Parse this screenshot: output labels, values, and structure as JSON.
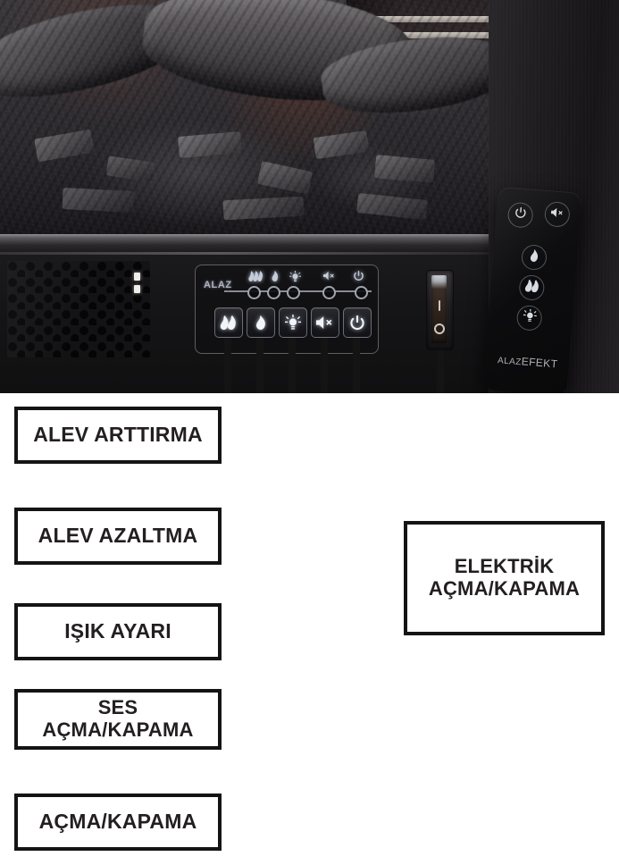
{
  "product": {
    "panel_brand": "ALAZ",
    "remote_brand_1": "ALAZ",
    "remote_brand_2": "EFEKT"
  },
  "control_panel": {
    "indicator_icons": [
      {
        "name": "double-flame-indicator-icon",
        "icon": "double-flame"
      },
      {
        "name": "single-flame-indicator-icon",
        "icon": "single-flame"
      },
      {
        "name": "light-bulb-indicator-icon",
        "icon": "light-bulb"
      },
      {
        "name": "mute-indicator-icon",
        "icon": "mute-speaker"
      },
      {
        "name": "power-indicator-icon",
        "icon": "power"
      }
    ],
    "buttons": [
      {
        "name": "flame-increase-button",
        "icon": "double-flame"
      },
      {
        "name": "flame-decrease-button",
        "icon": "single-flame"
      },
      {
        "name": "light-setting-button",
        "icon": "light-bulb"
      },
      {
        "name": "sound-toggle-button",
        "icon": "mute-speaker"
      },
      {
        "name": "power-button",
        "icon": "power"
      }
    ],
    "rocker_switch": {
      "on_mark": "I",
      "off_mark": "O"
    }
  },
  "remote": {
    "buttons": [
      {
        "name": "remote-power-button",
        "icon": "power"
      },
      {
        "name": "remote-mute-button",
        "icon": "mute-speaker"
      },
      {
        "name": "remote-flame-decrease-button",
        "icon": "single-flame"
      },
      {
        "name": "remote-flame-increase-button",
        "icon": "double-flame"
      },
      {
        "name": "remote-light-button",
        "icon": "light-bulb"
      }
    ]
  },
  "callouts": [
    {
      "name": "callout-alev-arttirma",
      "lines": [
        "ALEV ARTTIRMA"
      ]
    },
    {
      "name": "callout-alev-azaltma",
      "lines": [
        "ALEV AZALTMA"
      ]
    },
    {
      "name": "callout-isik-ayari",
      "lines": [
        "IŞIK AYARI"
      ]
    },
    {
      "name": "callout-ses-acma-kapama",
      "lines": [
        "SES",
        "AÇMA/KAPAMA"
      ]
    },
    {
      "name": "callout-acma-kapama",
      "lines": [
        "AÇMA/KAPAMA"
      ]
    },
    {
      "name": "callout-elektrik-acma-kapama",
      "lines": [
        "ELEKTRİK",
        "AÇMA/KAPAMA"
      ]
    }
  ],
  "callout_text": {
    "flame_increase": "ALEV ARTTIRMA",
    "flame_decrease": "ALEV AZALTMA",
    "light_setting": "IŞIK AYARI",
    "sound_line1": "SES",
    "sound_line2": "AÇMA/KAPAMA",
    "power": "AÇMA/KAPAMA",
    "electric_line1": "ELEKTRİK",
    "electric_line2": "AÇMA/KAPAMA"
  },
  "colors": {
    "outline": "#141414",
    "text": "#231f20",
    "background": "#ffffff",
    "panel_glow": "#c3c9d4"
  }
}
